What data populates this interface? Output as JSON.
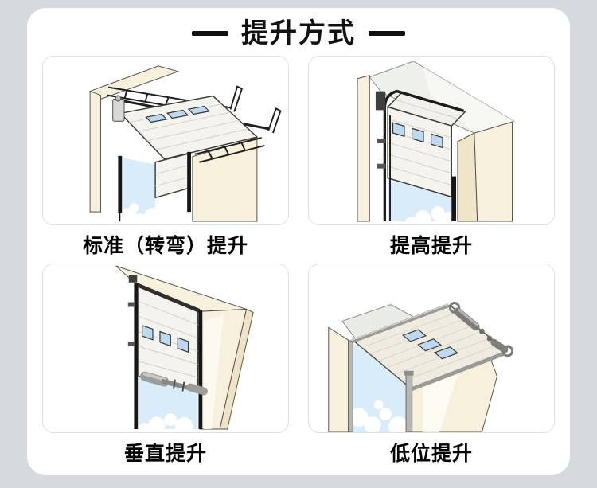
{
  "section": {
    "title": "提升方式"
  },
  "methods": [
    {
      "label": "标准（转弯）提升",
      "name": "standard-bend-lift"
    },
    {
      "label": "提高提升",
      "name": "high-lift"
    },
    {
      "label": "垂直提升",
      "name": "vertical-lift"
    },
    {
      "label": "低位提升",
      "name": "low-headroom-lift"
    }
  ],
  "colors": {
    "page_background": "#d6d9dd",
    "panel_background": "#ffffff",
    "card_border": "#dcdfe4",
    "title_color": "#111111",
    "wall_cream": "#f7f0dc",
    "wall_shade": "#eee3c4",
    "ceiling_gray": "#eef0ec",
    "sky_blue": "#d9ecfa",
    "cloud_white": "#ffffff",
    "door_panel": "#f4f3ee",
    "window_glass": "#bcd9ef",
    "track_black": "#1c1c1c",
    "metal_gray": "#9c9c98"
  }
}
